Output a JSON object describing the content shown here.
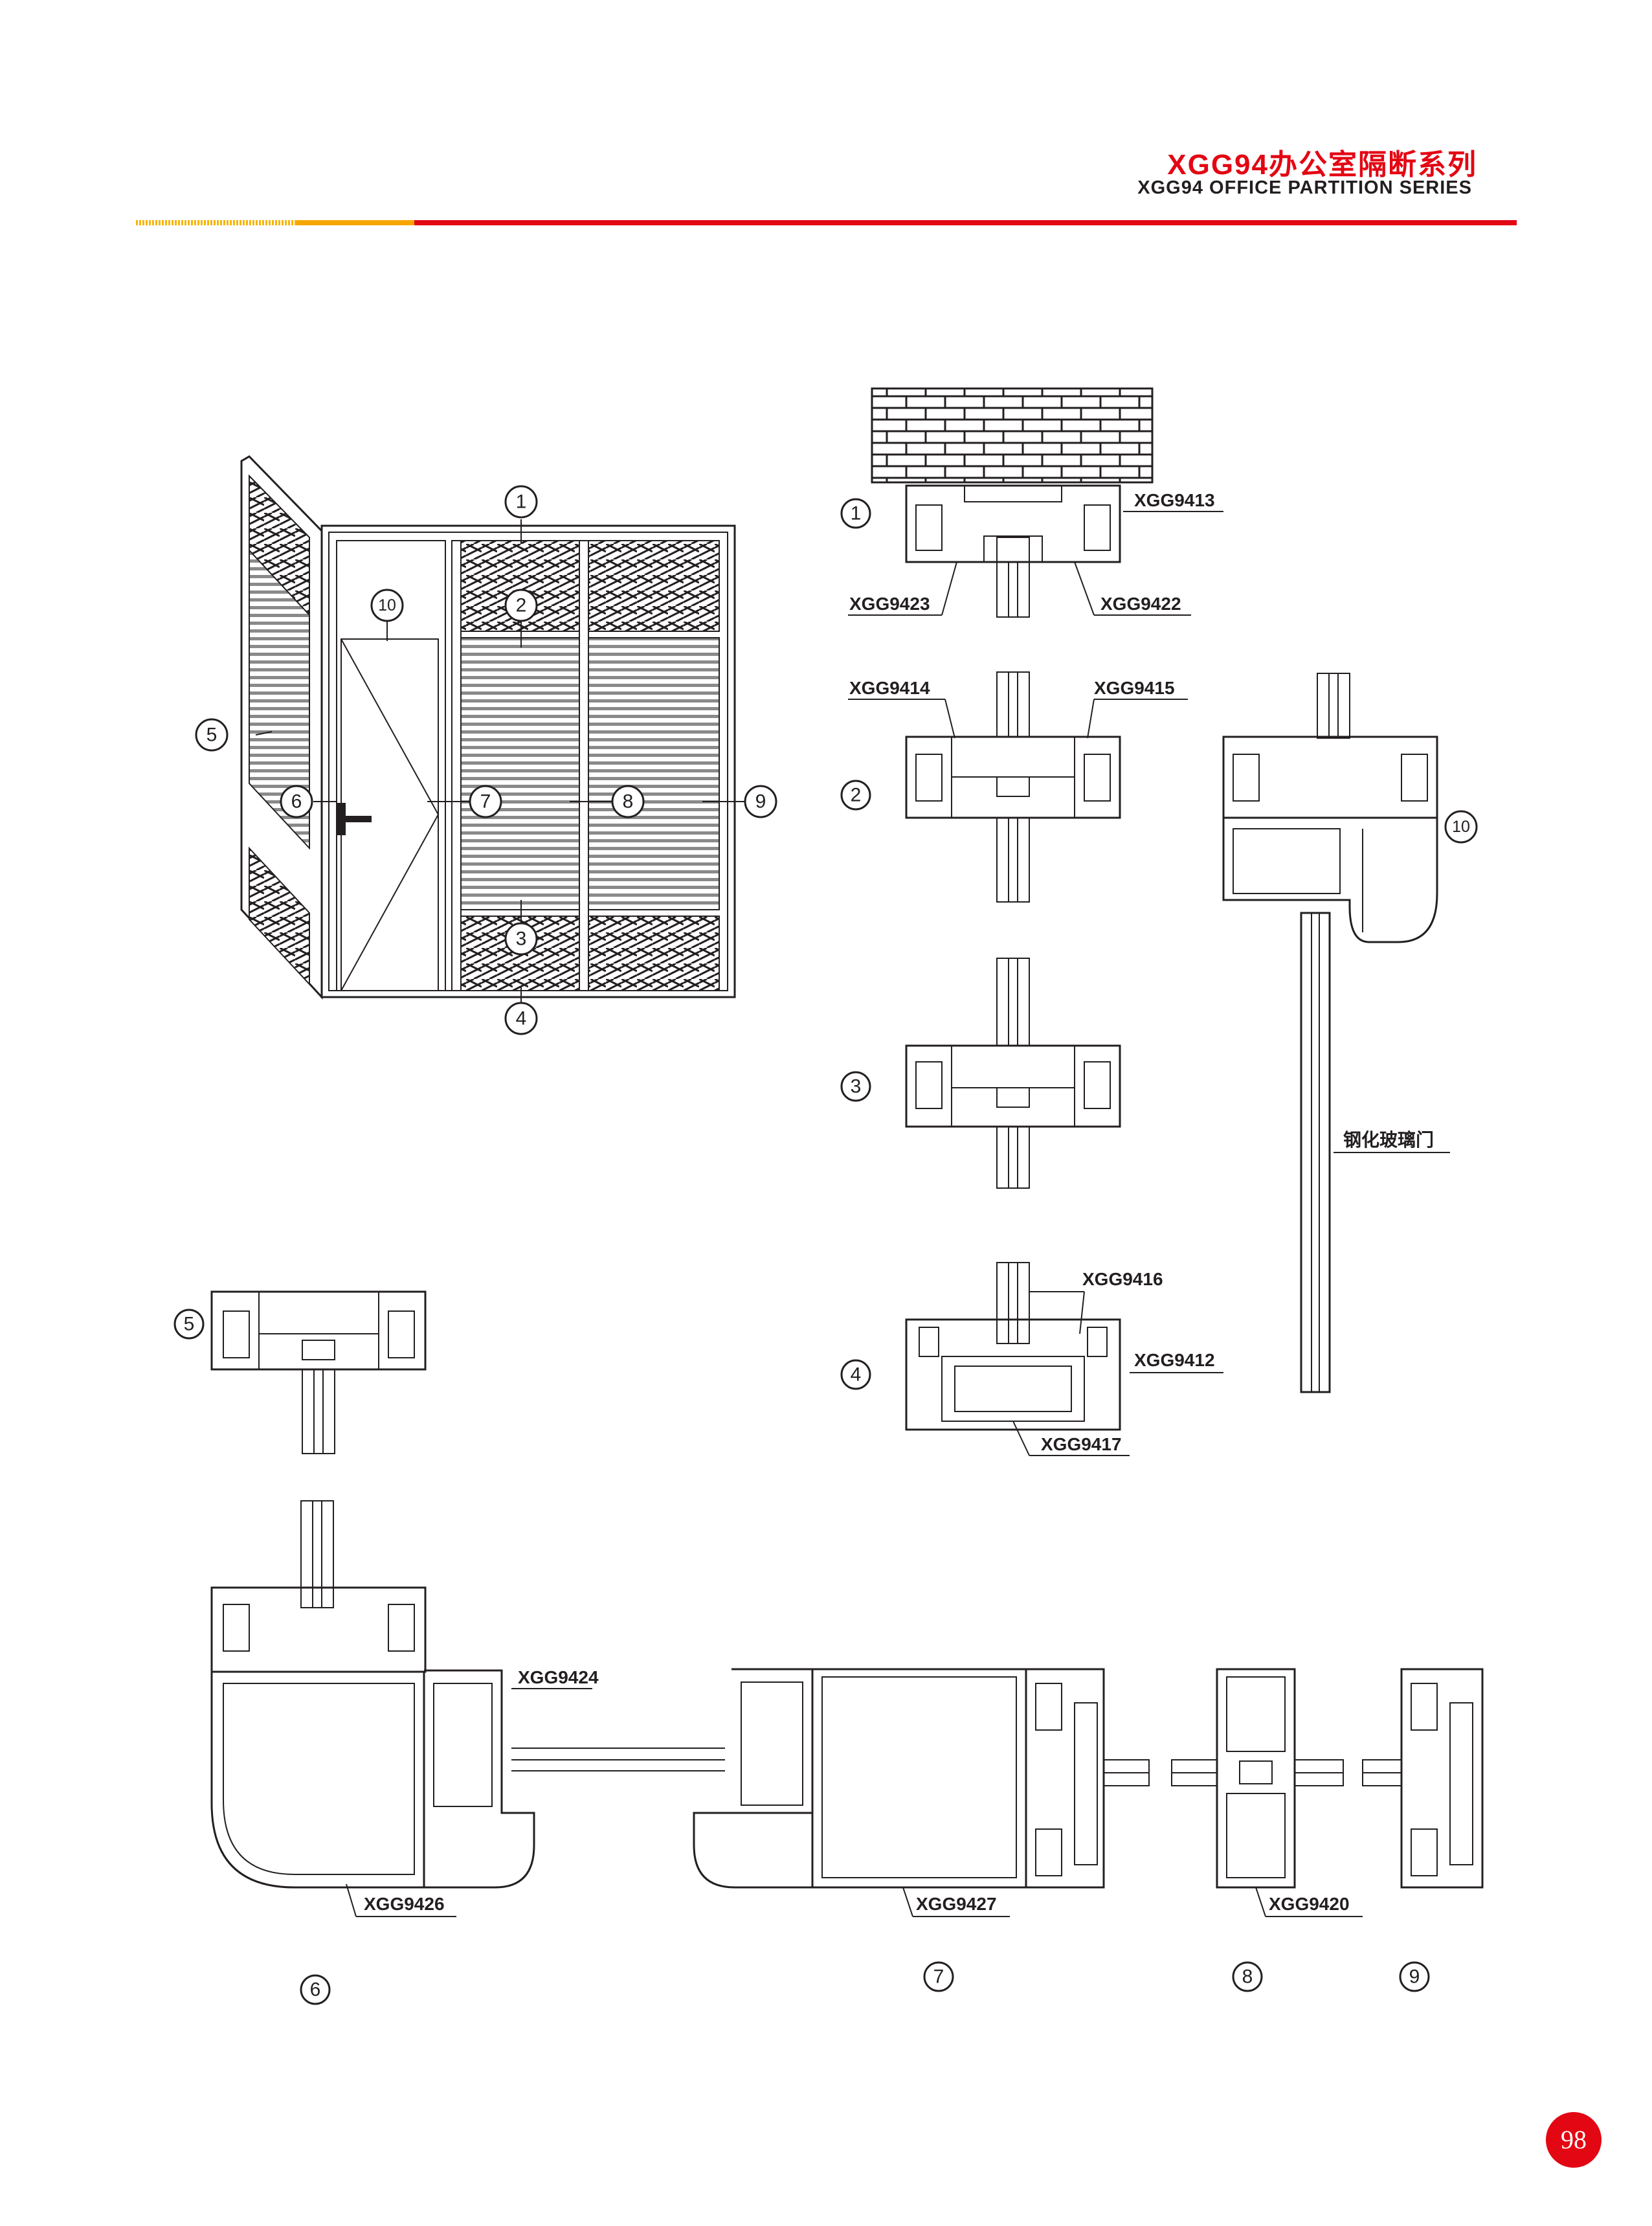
{
  "header": {
    "title_cn": "XGG94办公室隔断系列",
    "title_en": "XGG94 OFFICE PARTITION SERIES"
  },
  "page_number": "98",
  "elevation": {
    "callouts": [
      "1",
      "2",
      "3",
      "4",
      "5",
      "6",
      "7",
      "8",
      "9",
      "10"
    ]
  },
  "sections": {
    "s1": {
      "number": "1",
      "parts": [
        "XGG9413",
        "XGG9423",
        "XGG9422"
      ]
    },
    "s2": {
      "number": "2",
      "parts": [
        "XGG9414",
        "XGG9415"
      ]
    },
    "s3": {
      "number": "3",
      "parts": []
    },
    "s4": {
      "number": "4",
      "parts": [
        "XGG9416",
        "XGG9412",
        "XGG9417"
      ]
    },
    "s5": {
      "number": "5",
      "parts": []
    },
    "s6": {
      "number": "6",
      "parts": [
        "XGG9424",
        "XGG9426"
      ]
    },
    "s7": {
      "number": "7",
      "parts": [
        "XGG9427"
      ]
    },
    "s8": {
      "number": "8",
      "parts": [
        "XGG9420"
      ]
    },
    "s9": {
      "number": "9",
      "parts": []
    },
    "s10": {
      "number": "10",
      "parts": [],
      "note": "钢化玻璃门"
    }
  },
  "colors": {
    "brand_red": "#e30613",
    "accent_orange": "#f7a600",
    "line": "#231f20"
  }
}
